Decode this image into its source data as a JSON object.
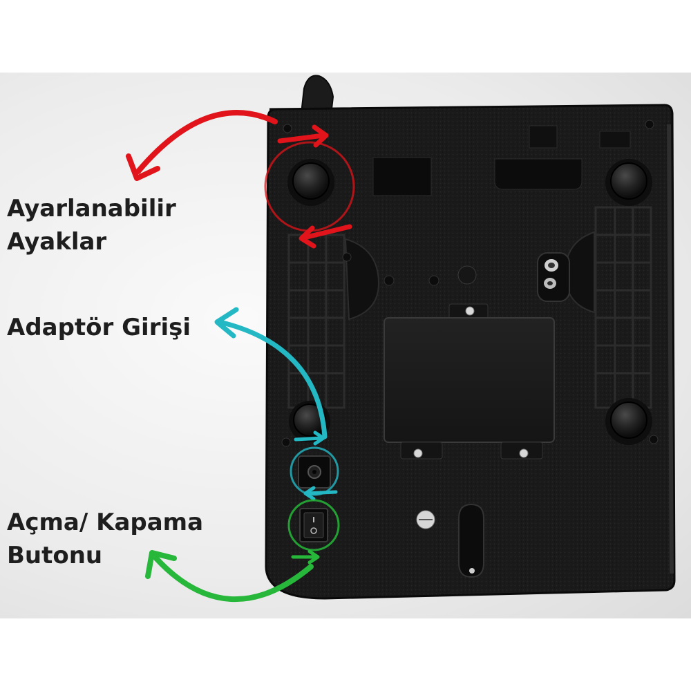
{
  "annotations": {
    "feet": {
      "line1": "Ayarlanabilir",
      "line2": "Ayaklar",
      "color": "#e0141a"
    },
    "adapter": {
      "text": "Adaptör Girişi",
      "color": "#23b8c4"
    },
    "power": {
      "line1": "Açma/ Kapama",
      "line2": "Butonu",
      "color": "#27b73a"
    }
  },
  "colors": {
    "label_text": "#1e1e1e",
    "device_body": "#151515",
    "background": "#ececec"
  }
}
